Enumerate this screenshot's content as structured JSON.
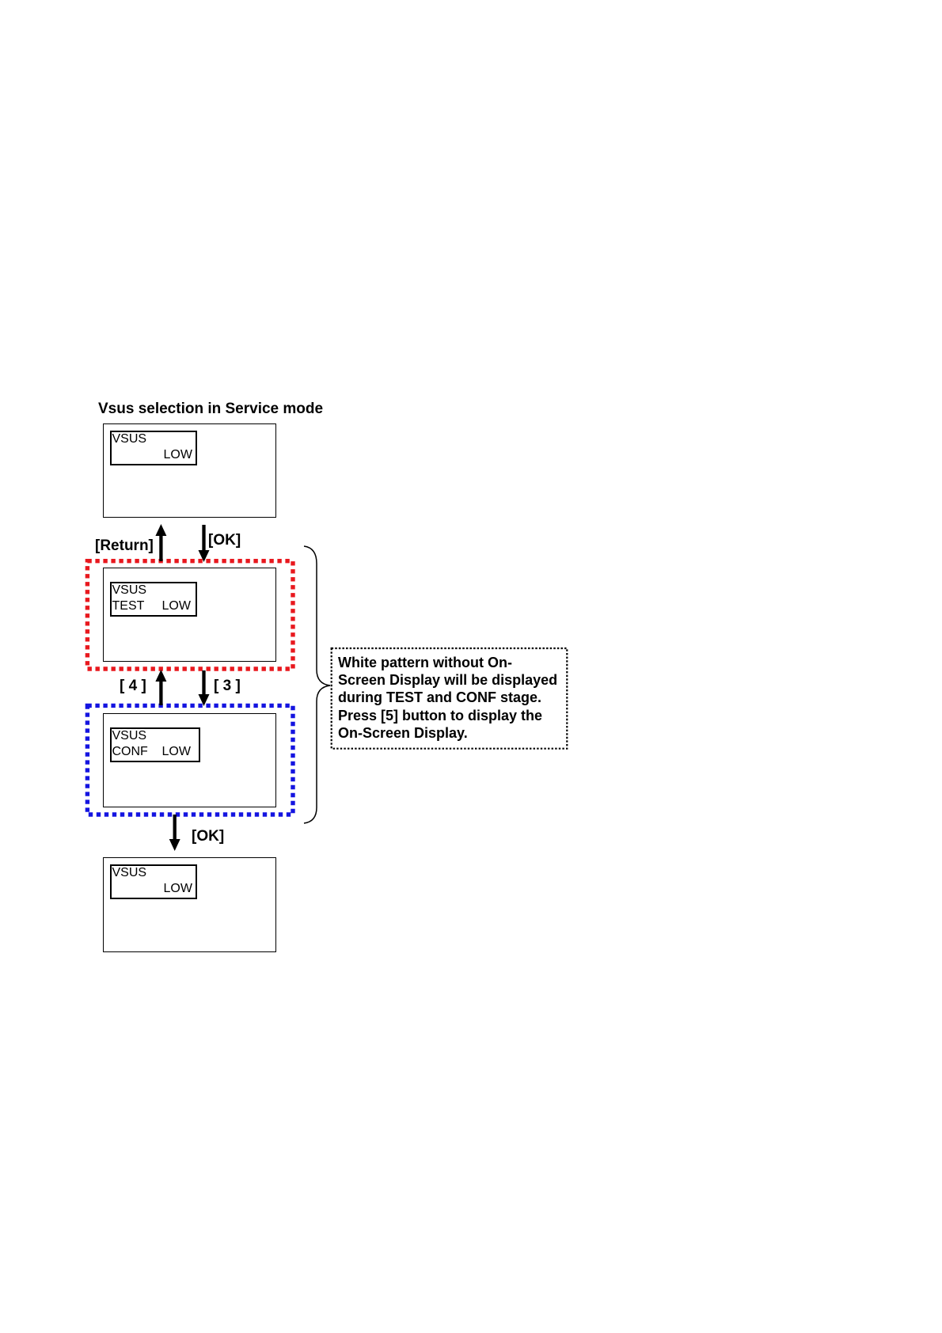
{
  "title": "Vsus selection in Service mode",
  "screens": [
    {
      "item": "VSUS",
      "value": "LOW"
    },
    {
      "item": "VSUS",
      "stage": "TEST",
      "value": "LOW"
    },
    {
      "item": "VSUS",
      "stage": "CONF",
      "value": "LOW"
    },
    {
      "item": "VSUS",
      "value": "LOW"
    }
  ],
  "keys": {
    "return": "[Return]",
    "ok": "[OK]",
    "key_4": "[ 4 ]",
    "key_3": "[ 3 ]",
    "ok_final": "[OK]"
  },
  "note": {
    "lines": [
      "White pattern without On-",
      "Screen Display will be displayed",
      "during TEST and CONF stage.",
      "Press [5] button to display the",
      "On-Screen Display."
    ]
  },
  "colors": {
    "test_stage_frame": "#e8181e",
    "conf_stage_frame": "#1414e0"
  }
}
